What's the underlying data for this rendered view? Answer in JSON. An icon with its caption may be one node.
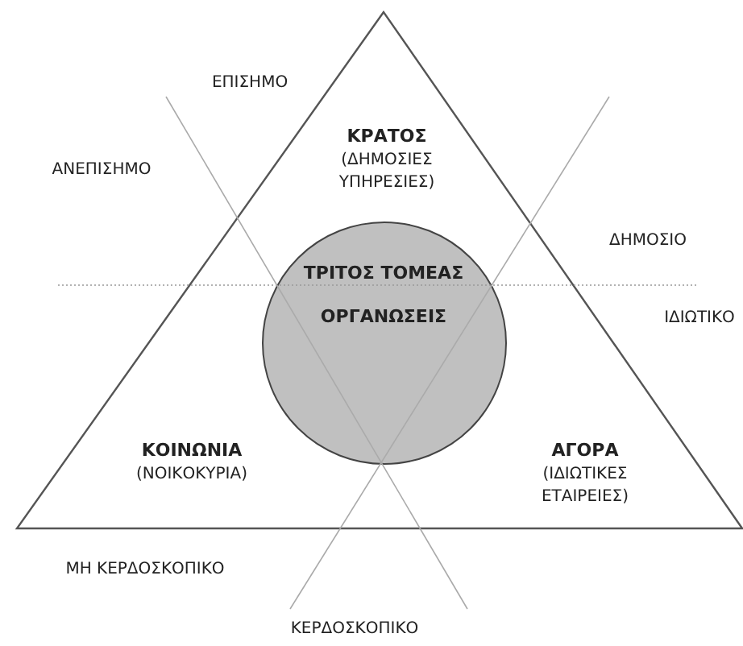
{
  "diagram": {
    "nodes": [
      {
        "text": [
          "ΚΡΑΤΟΣ",
          "(ΔΗΜΟΣΙΕΣ ΥΠΗΡΕΣΙΕΣ)",
          "ΚΟΙΝΩΝΙΑ",
          "(ΝΟΙΚΟΚΥΡΙΑ)",
          "ΑΓΟΡΑ",
          "(ΙΔΙΩΤΙΚΕΣ ΕΤΑΙΡΕΙΕΣ)"
        ]
      },
      {
        "text": [
          "ΤΡΙΤΟΣ ΤΟΜΕΑΣ",
          "ΟΡΓΑΝΩΣΕΙΣ"
        ],
        "in": 0
      }
    ],
    "edges": [],
    "labels": [
      "ΕΠΙΣΗΜΟ",
      "ΑΝΕΠΙΣΗΜΟ",
      "ΔΗΜΟΣΙΟ",
      "ΙΔΙΩΤΙΚΟ",
      "ΜΗ ΚΕΡΔΟΣΚΟΠΙΚΟ",
      "ΚΕΡΔΟΣΚΟΠΙΚΟ"
    ]
  }
}
